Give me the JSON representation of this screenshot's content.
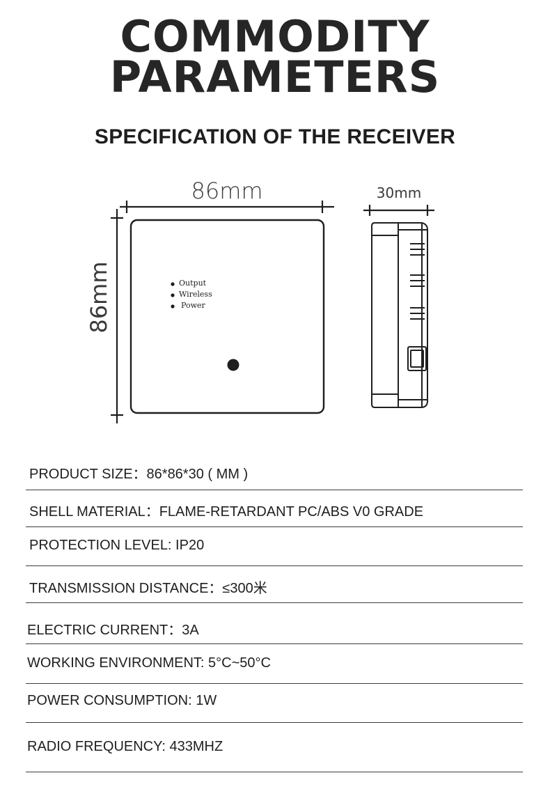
{
  "header": {
    "title_line1": "COMMODITY",
    "title_line2": "PARAMETERS",
    "subtitle": "SPECIFICATION OF THE RECEIVER"
  },
  "diagram": {
    "width_label": "86mm",
    "height_label": "86mm",
    "depth_label": "30mm",
    "indicators": [
      "Output",
      "Wireless",
      "Power"
    ]
  },
  "specs": [
    "PRODUCT SIZE：86*86*30 ( MM )",
    "SHELL MATERIAL：FLAME-RETARDANT PC/ABS V0 GRADE",
    "PROTECTION LEVEL: IP20",
    "TRANSMISSION DISTANCE：≤300米",
    "ELECTRIC CURRENT：3A",
    "WORKING ENVIRONMENT: 5°C~50°C",
    "POWER CONSUMPTION: 1W",
    "RADIO FREQUENCY: 433MHZ"
  ]
}
